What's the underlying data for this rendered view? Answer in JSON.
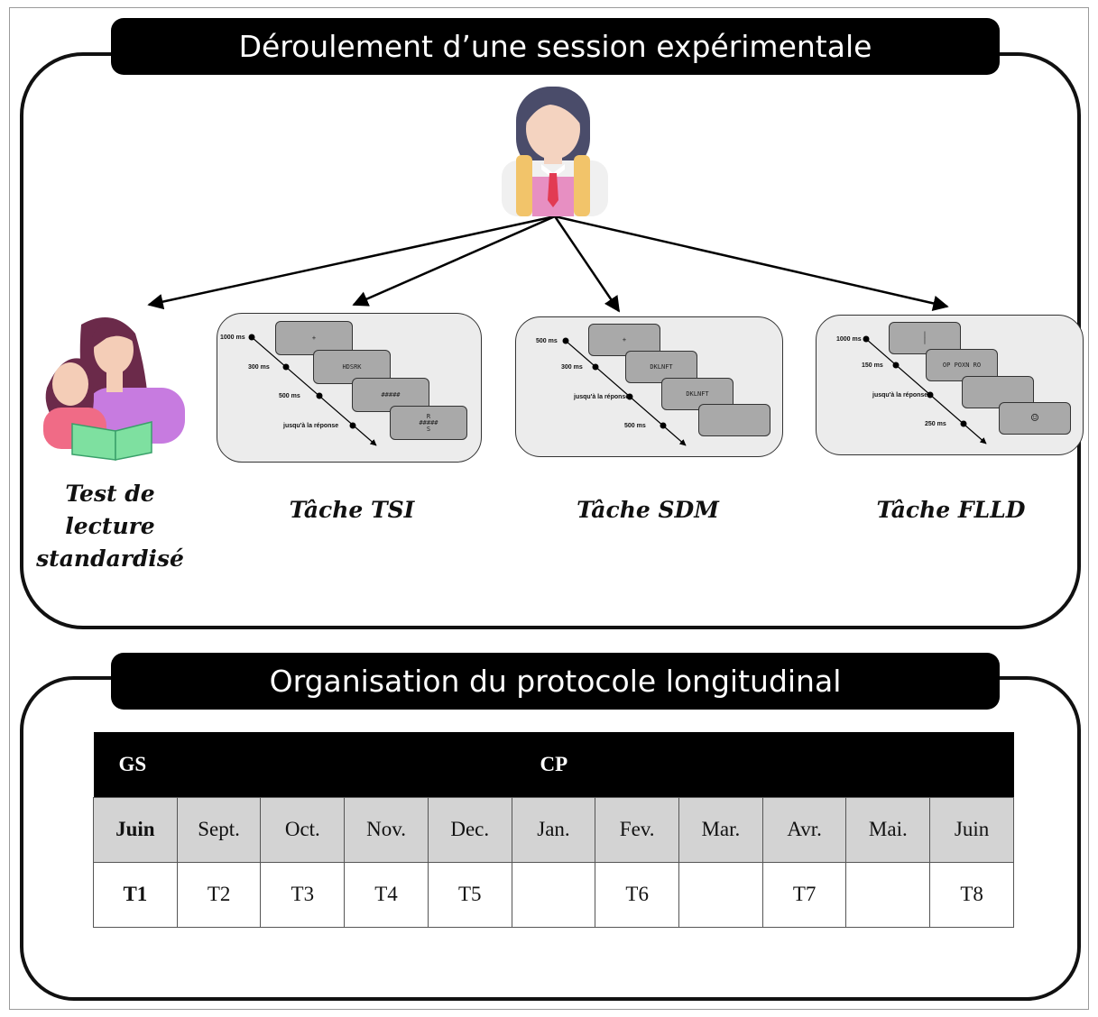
{
  "top_section": {
    "title": "Déroulement d’une session expérimentale",
    "tasks": [
      {
        "label_line1": "Test de lecture",
        "label_line2": "standardisé"
      },
      {
        "label": "Tâche TSI"
      },
      {
        "label": "Tâche SDM"
      },
      {
        "label": "Tâche FLLD"
      }
    ],
    "tsi": {
      "times": [
        "1000 ms",
        "300 ms",
        "500 ms",
        "jusqu'à la réponse"
      ],
      "screens": [
        "+",
        "HDSRK",
        "#####",
        "R",
        "#####",
        "S"
      ]
    },
    "sdm": {
      "times": [
        "500 ms",
        "300 ms",
        "jusqu'à la réponse",
        "500 ms"
      ],
      "screens": [
        "+",
        "DKLNFT",
        "DKLNFT",
        ""
      ]
    },
    "flld": {
      "times": [
        "1000 ms",
        "150 ms",
        "jusqu'à la réponse",
        "250 ms"
      ],
      "screens": [
        "|",
        "|",
        "OP POXN RO",
        "",
        "☺"
      ]
    }
  },
  "bottom_section": {
    "title": "Organisation du protocole longitudinal",
    "header": {
      "left": "GS",
      "center": "CP"
    },
    "months": [
      "Juin",
      "Sept.",
      "Oct.",
      "Nov.",
      "Dec.",
      "Jan.",
      "Fev.",
      "Mar.",
      "Avr.",
      "Mai.",
      "Juin"
    ],
    "sessions": [
      "T1",
      "T2",
      "T3",
      "T4",
      "T5",
      "",
      "T6",
      "",
      "T7",
      "",
      "T8"
    ]
  },
  "colors": {
    "banner": "#000000",
    "child_hair": "#4a4c6a",
    "child_skin": "#f4d3c0",
    "child_vest": "#e78fc2",
    "child_straps": "#f2c46a",
    "reader_hair": "#6b2a4a",
    "reader_shirt": "#c77be0",
    "book": "#7ee0a0",
    "screen_gray": "#a9a9a9",
    "timeline_bg": "#ececec",
    "month_row_bg": "#d3d3d3"
  },
  "icons": [
    "child-student-icon",
    "reading-mother-child-icon"
  ]
}
